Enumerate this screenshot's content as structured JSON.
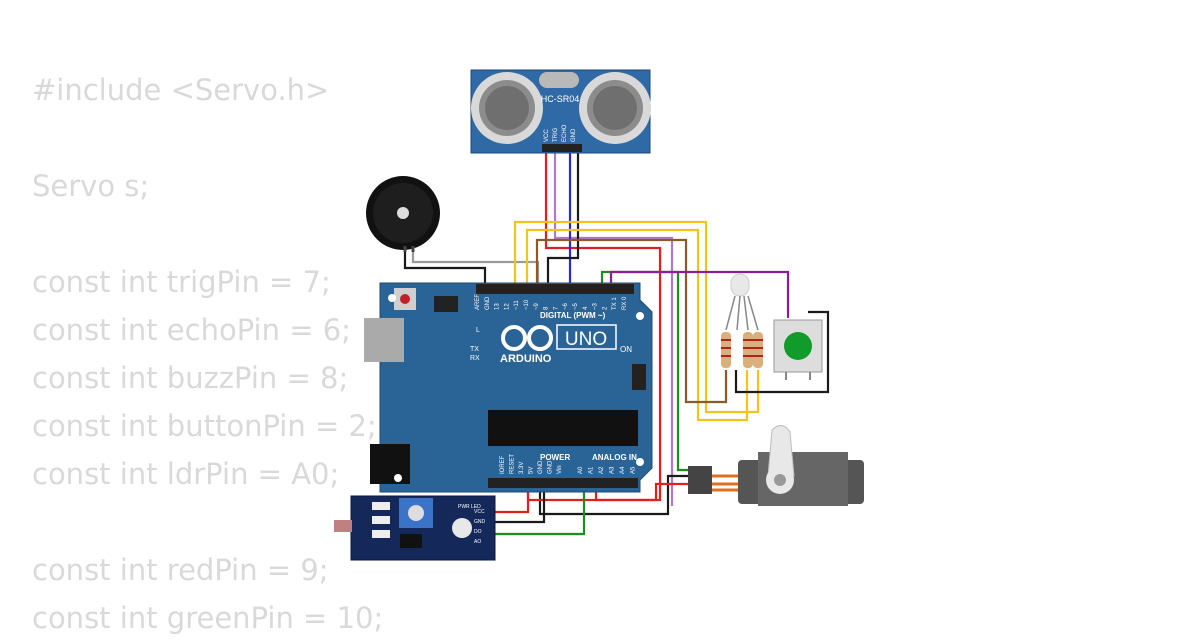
{
  "code_lines": [
    "#include <Servo.h>",
    "",
    "Servo s;",
    "",
    "const int trigPin = 7;",
    "const int echoPin = 6;",
    "const int buzzPin = 8;",
    "const int buttonPin = 2;",
    "const int ldrPin = A0;",
    "",
    "const int redPin = 9;",
    "const int greenPin = 10;"
  ],
  "sensor": {
    "model": "HC-SR04",
    "pins": [
      "VCC",
      "TRIG",
      "ECHO",
      "GND"
    ]
  },
  "arduino": {
    "brand": "ARDUINO",
    "model": "UNO",
    "on_label": "ON",
    "digital_label": "DIGITAL (PWM ~)",
    "power_label": "POWER",
    "analog_label": "ANALOG IN",
    "led_labels": [
      "L",
      "TX",
      "RX"
    ],
    "digital_pins": [
      "AREF",
      "GND",
      "13",
      "12",
      "~11",
      "~10",
      "~9",
      "8",
      "7",
      "~6",
      "~5",
      "4",
      "~3",
      "2",
      "TX 1",
      "RX 0"
    ],
    "power_pins": [
      "IOREF",
      "RESET",
      "3.3V",
      "5V",
      "GND",
      "GND",
      "Vin"
    ],
    "analog_pins": [
      "A0",
      "A1",
      "A2",
      "A3",
      "A4",
      "A5"
    ]
  },
  "ldr_module": {
    "pins": [
      "VCC",
      "GND",
      "DO",
      "AO"
    ],
    "led_label": "PWR LED"
  },
  "colors": {
    "board": "#2a6496",
    "wire_red": "#e02020",
    "wire_black": "#1a1a1a",
    "wire_yellow": "#f0c419",
    "wire_green": "#1e8c1e",
    "wire_purple": "#8a1f9a",
    "wire_brown": "#8b5a2b",
    "wire_blue": "#2a2ad0",
    "wire_gray": "#9a9a9a",
    "code_text": "#d9d9d9"
  }
}
